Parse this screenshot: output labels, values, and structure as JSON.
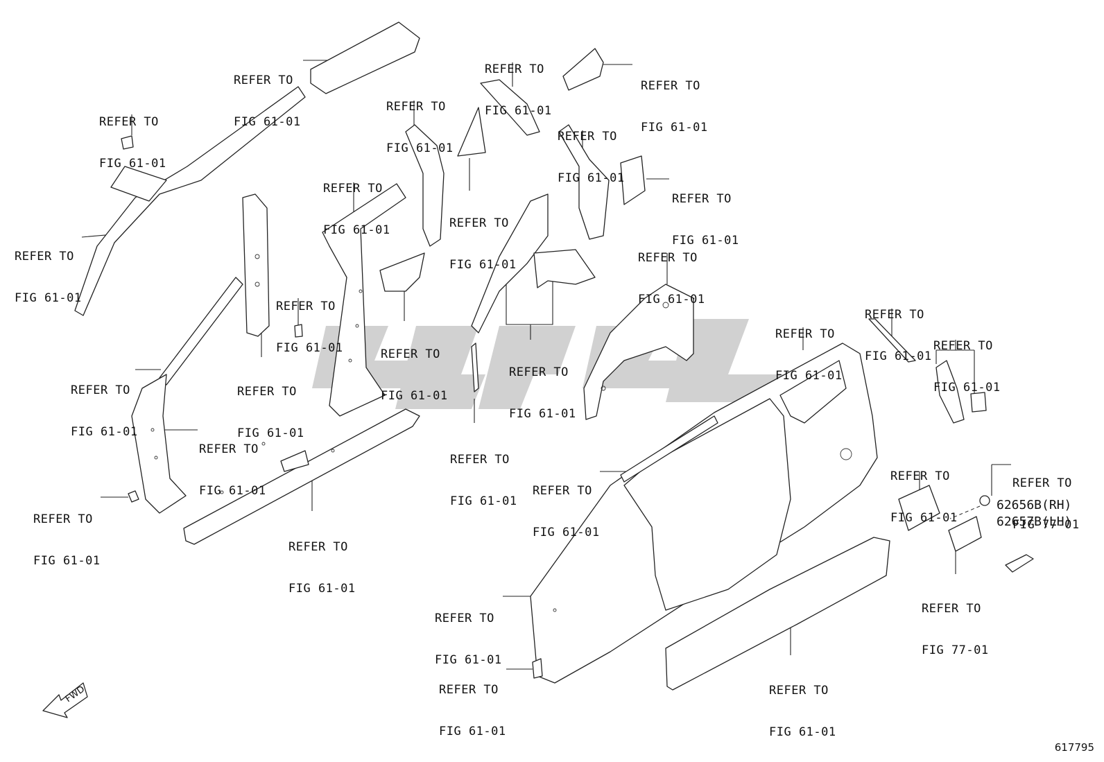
{
  "callouts": [
    {
      "id": "c1",
      "line1": "REFER TO",
      "line2": "FIG 61-01"
    },
    {
      "id": "c2",
      "line1": "REFER TO",
      "line2": "FIG 61-01"
    },
    {
      "id": "c3",
      "line1": "REFER TO",
      "line2": "FIG 61-01"
    },
    {
      "id": "c4",
      "line1": "REFER TO",
      "line2": "FIG 61-01"
    },
    {
      "id": "c5",
      "line1": "REFER TO",
      "line2": "FIG 61-01"
    },
    {
      "id": "c6",
      "line1": "REFER TO",
      "line2": "FIG 61-01"
    },
    {
      "id": "c7",
      "line1": "REFER TO",
      "line2": "FIG 61-01"
    },
    {
      "id": "c8",
      "line1": "REFER TO",
      "line2": "FIG 61-01"
    },
    {
      "id": "c9",
      "line1": "REFER TO",
      "line2": "FIG 61-01"
    },
    {
      "id": "c10",
      "line1": "REFER TO",
      "line2": "FIG 61-01"
    },
    {
      "id": "c11",
      "line1": "REFER TO",
      "line2": "FIG 61-01"
    },
    {
      "id": "c12",
      "line1": "REFER TO",
      "line2": "FIG 61-01"
    },
    {
      "id": "c13",
      "line1": "REFER TO",
      "line2": "FIG 61-01"
    },
    {
      "id": "c14",
      "line1": "REFER TO",
      "line2": "FIG 61-01"
    },
    {
      "id": "c15",
      "line1": "REFER TO",
      "line2": "FIG 61-01"
    },
    {
      "id": "c16",
      "line1": "REFER TO",
      "line2": "FIG 61-01"
    },
    {
      "id": "c17",
      "line1": "REFER TO",
      "line2": "FIG 61-01"
    },
    {
      "id": "c18",
      "line1": "REFER TO",
      "line2": "FIG 61-01"
    },
    {
      "id": "c19",
      "line1": "REFER TO",
      "line2": "FIG 61-01"
    },
    {
      "id": "c20",
      "line1": "REFER TO",
      "line2": "FIG 61-01"
    },
    {
      "id": "c21",
      "line1": "REFER TO",
      "line2": "FIG 61-01"
    },
    {
      "id": "c22",
      "line1": "REFER TO",
      "line2": "FIG 61-01"
    },
    {
      "id": "c23",
      "line1": "REFER TO",
      "line2": "FIG 61-01"
    },
    {
      "id": "c24",
      "line1": "REFER TO",
      "line2": "FIG 61-01"
    },
    {
      "id": "c25",
      "line1": "REFER TO",
      "line2": "FIG 61-01"
    },
    {
      "id": "c26",
      "line1": "REFER TO",
      "line2": "FIG 61-01"
    },
    {
      "id": "c27",
      "line1": "REFER TO",
      "line2": "FIG 61-01"
    },
    {
      "id": "c28",
      "line1": "REFER TO",
      "line2": "FIG 77-01"
    },
    {
      "id": "c29",
      "line1": "REFER TO",
      "line2": "FIG 77-01"
    }
  ],
  "part_codes": {
    "rh": "62656B(RH)",
    "lh": "62657B(LH)"
  },
  "fwd_label": "FWD",
  "figure_number": "617795"
}
